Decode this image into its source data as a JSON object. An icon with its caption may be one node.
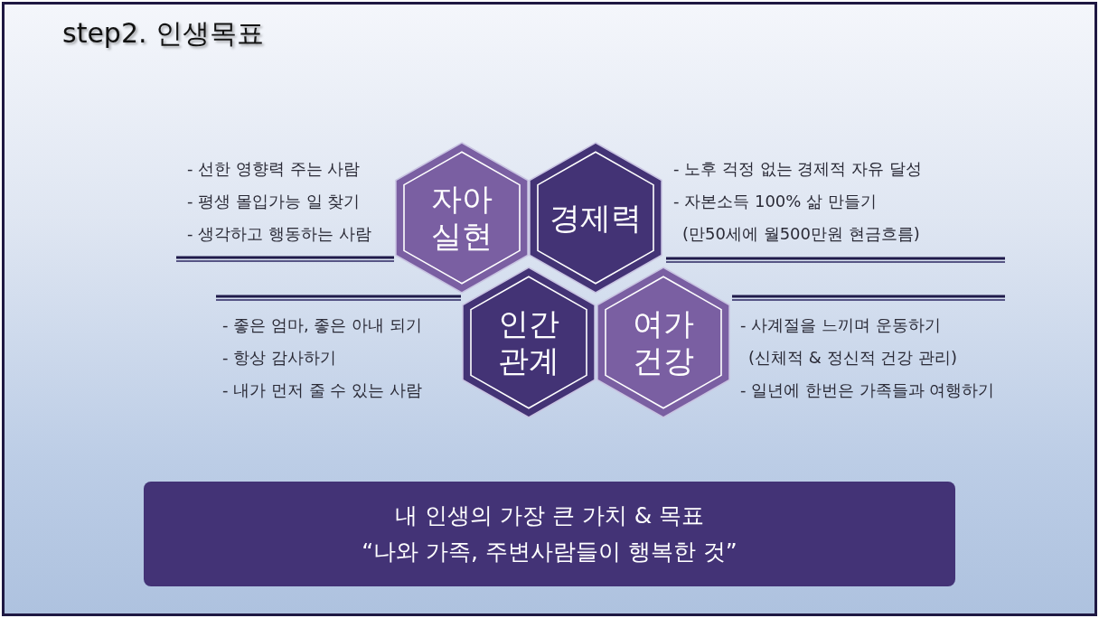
{
  "diagram": {
    "title": "step2. 인생목표",
    "nodes": [
      {
        "text": [
          "자아 실현"
        ],
        "beside": [
          "- 선한 영향력 주는 사람",
          "- 평생 몰입가능 일 찾기",
          "- 생각하고 행동하는 사람"
        ]
      },
      {
        "text": [
          "경제력"
        ],
        "beside": [
          "- 노후 걱정 없는 경제적 자유 달성",
          "- 자본소득 100% 삶 만들기",
          "(만50세에 월500만원 현금흐름)"
        ]
      },
      {
        "text": [
          "인간 관계"
        ],
        "beside": [
          "- 좋은 엄마, 좋은 아내 되기",
          "- 항상 감사하기",
          "- 내가 먼저 줄 수 있는 사람"
        ]
      },
      {
        "text": [
          "여가 건강"
        ],
        "beside": [
          "- 사계절을 느끼며 운동하기",
          "(신체적 & 정신적 건강 관리)",
          "- 일년에 한번은 가족들과 여행하기"
        ]
      },
      {
        "text": [
          "내 인생의 가장 큰 가치 & 목표",
          "“나와 가족, 주변사람들이 행복한 것”"
        ]
      }
    ]
  }
}
